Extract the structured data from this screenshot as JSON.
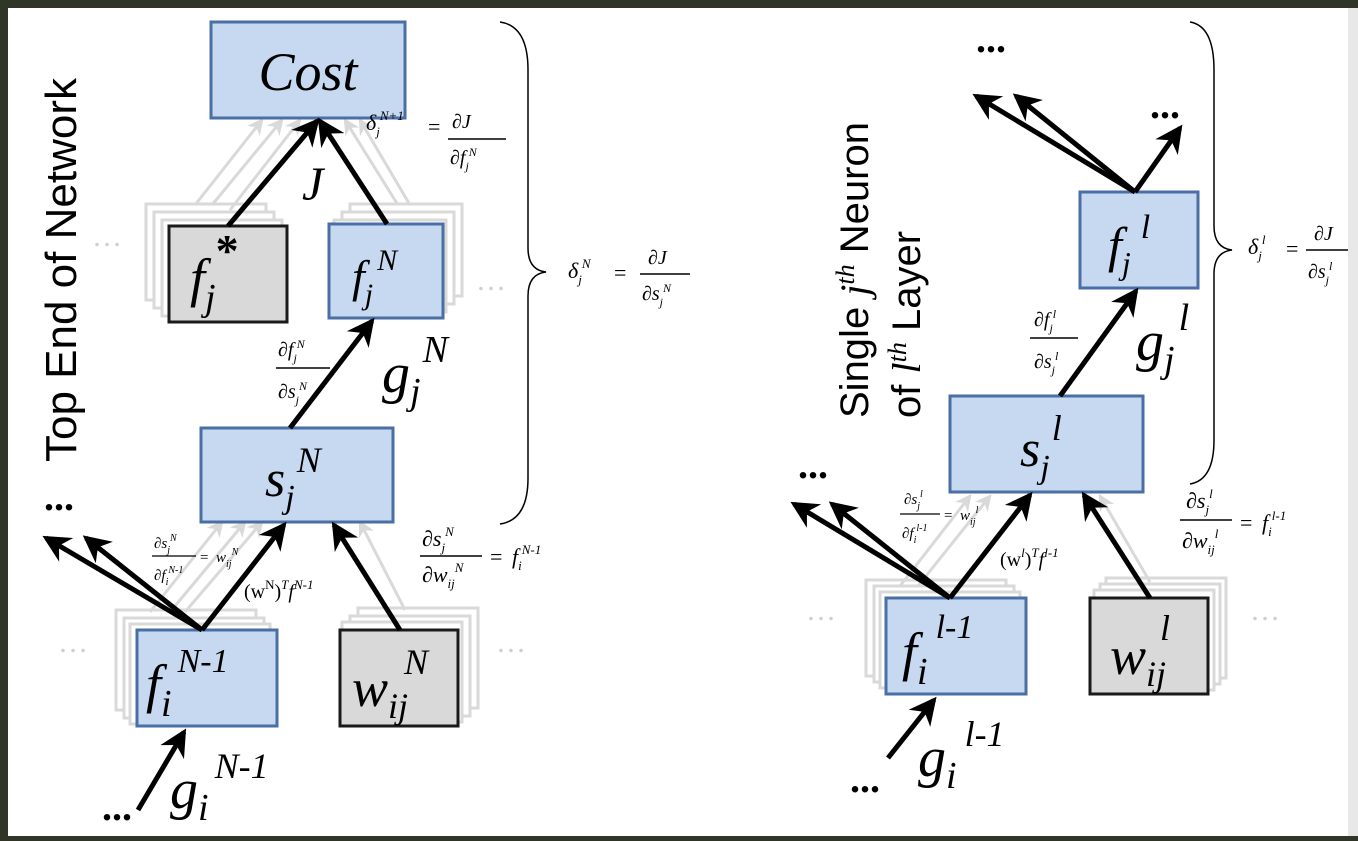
{
  "colors": {
    "background": "#ffffff",
    "frame": "#2f3527",
    "blue_box_fill": "#c6d9f1",
    "blue_box_stroke": "#4a6fa5",
    "gray_box_fill": "#d9d9d9",
    "gray_box_stroke": "#1a1a1a",
    "ghost": "#d9d9d9",
    "ink": "#000000"
  },
  "left": {
    "title": "Top End of Network",
    "cost_label": "Cost",
    "fstar": {
      "base": "f",
      "sub": "j",
      "sup": "*"
    },
    "fjN": {
      "base": "f",
      "sub": "j",
      "sup": "N"
    },
    "sjN": {
      "base": "s",
      "sub": "j",
      "sup": "N"
    },
    "fiN1": {
      "base": "f",
      "sub": "i",
      "sup": "N-1"
    },
    "wijN": {
      "base": "w",
      "sub": "ij",
      "sup": "N"
    },
    "J_label": "J",
    "gjN": {
      "base": "g",
      "sub": "j",
      "sup": "N"
    },
    "giN1": {
      "base": "g",
      "sub": "i",
      "sup": "N-1"
    },
    "delta_top": {
      "lhs": "δ",
      "sub": "j",
      "sup": "N+1",
      "eq": "=",
      "num": "∂J",
      "den": "∂f",
      "den_sub": "j",
      "den_sup": "N"
    },
    "delta_brace": {
      "lhs": "δ",
      "sub": "j",
      "sup": "N",
      "eq": "=",
      "num": "∂J",
      "den": "∂s",
      "den_sub": "j",
      "den_sup": "N"
    },
    "dfds": {
      "num": "∂f",
      "num_sub": "j",
      "num_sup": "N",
      "den": "∂s",
      "den_sub": "j",
      "den_sup": "N"
    },
    "dsdf": {
      "num": "∂s",
      "num_sub": "j",
      "num_sup": "N",
      "den": "∂f",
      "den_sub": "i",
      "den_sup": "N-1",
      "rhs": "w",
      "rhs_sub": "ij",
      "rhs_sup": "N"
    },
    "dsdw": {
      "num": "∂s",
      "num_sub": "j",
      "num_sup": "N",
      "den": "∂w",
      "den_sub": "ij",
      "den_sup": "N",
      "rhs": "f",
      "rhs_sub": "i",
      "rhs_sup": "N-1"
    },
    "weighted_sum": {
      "w": "(w",
      "w_sup": "N",
      "mid": ")",
      "T": "T",
      "f": "f",
      "f_sup": "N-1"
    },
    "ellipsis": "…",
    "ellipsis_bold": "..."
  },
  "right": {
    "title_line1_pre": "Single ",
    "title_line1_var": "j",
    "title_line1_sup": "th",
    "title_line1_post": " Neuron",
    "title_line2_pre": "of ",
    "title_line2_var": "l",
    "title_line2_sup": "th",
    "title_line2_post": " Layer",
    "fjl": {
      "base": "f",
      "sub": "j",
      "sup": "l"
    },
    "sjl": {
      "base": "s",
      "sub": "j",
      "sup": "l"
    },
    "fil1": {
      "base": "f",
      "sub": "i",
      "sup": "l-1"
    },
    "wijl": {
      "base": "w",
      "sub": "ij",
      "sup": "l"
    },
    "gjl": {
      "base": "g",
      "sub": "j",
      "sup": "l"
    },
    "gil1": {
      "base": "g",
      "sub": "i",
      "sup": "l-1"
    },
    "delta_brace": {
      "lhs": "δ",
      "sub": "j",
      "sup": "l",
      "eq": "=",
      "num": "∂J",
      "den": "∂s",
      "den_sub": "j",
      "den_sup": "l"
    },
    "dfds": {
      "num": "∂f",
      "num_sub": "j",
      "num_sup": "l",
      "den": "∂s",
      "den_sub": "j",
      "den_sup": "l"
    },
    "dsdf": {
      "num": "∂s",
      "num_sub": "j",
      "num_sup": "l",
      "den": "∂f",
      "den_sub": "i",
      "den_sup": "l-1",
      "rhs": "w",
      "rhs_sub": "ij",
      "rhs_sup": "l"
    },
    "dsdw": {
      "num": "∂s",
      "num_sub": "j",
      "num_sup": "l",
      "den": "∂w",
      "den_sub": "ij",
      "den_sup": "l",
      "rhs": "f",
      "rhs_sub": "i",
      "rhs_sup": "l-1"
    },
    "weighted_sum": {
      "w": "(w",
      "w_sup": "l",
      "mid": ")",
      "T": "T",
      "f": "f",
      "f_sup": "l-1"
    }
  }
}
